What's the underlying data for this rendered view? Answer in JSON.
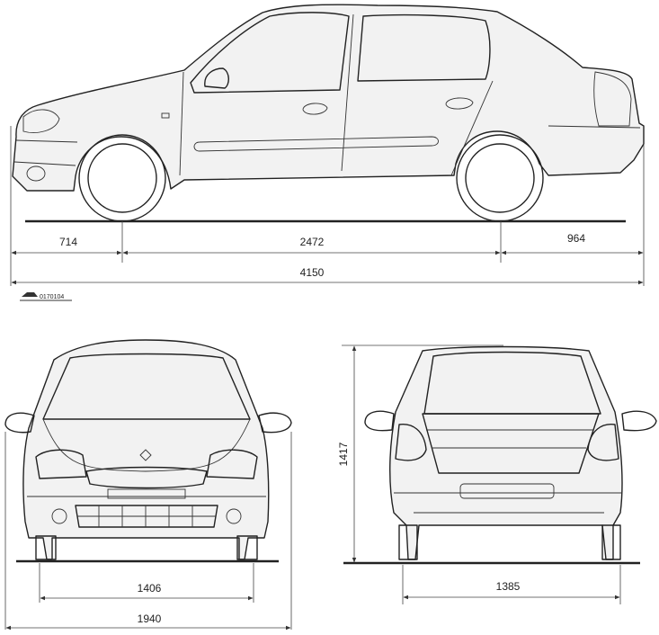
{
  "drawing_code": "0170104",
  "side_view": {
    "dimensions": {
      "front_overhang": "714",
      "wheelbase": "2472",
      "rear_overhang": "964",
      "overall_length": "4150"
    }
  },
  "front_view": {
    "dimensions": {
      "front_track": "1406",
      "overall_width": "1940"
    }
  },
  "rear_view": {
    "dimensions": {
      "rear_track": "1385",
      "overall_height": "1417"
    }
  }
}
